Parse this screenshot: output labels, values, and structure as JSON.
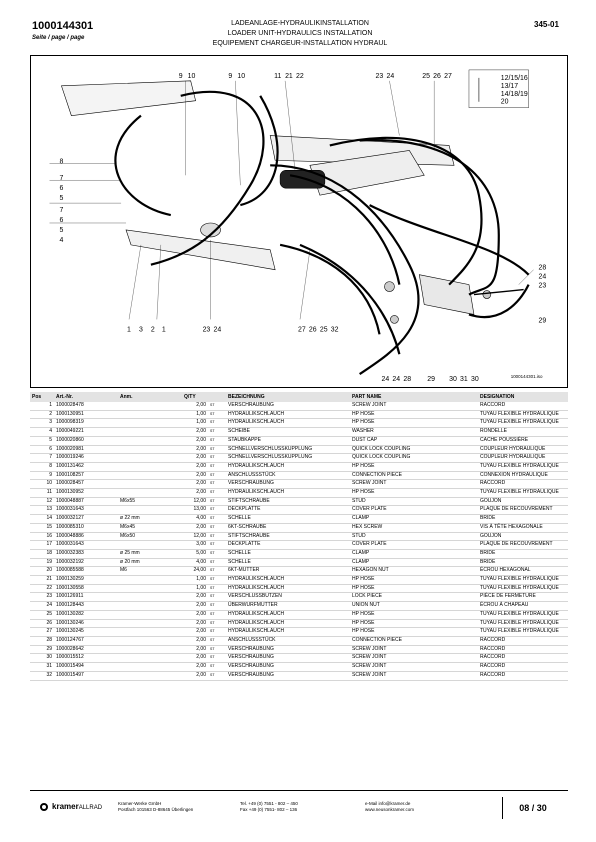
{
  "header": {
    "doc_number": "1000144301",
    "page_label": "Seite / page / page",
    "title_de": "LADEANLAGE-HYDRAULIKINSTALLATION",
    "title_en": "LOADER UNIT-HYDRAULICS INSTALLATION",
    "title_fr": "EQUIPEMENT CHARGEUR-INSTALLATION HYDRAUL",
    "group": "345-01"
  },
  "drawing": {
    "callouts_top": [
      "9",
      "10",
      "9",
      "10",
      "11",
      "21",
      "22",
      "23",
      "24",
      "25",
      "26",
      "27"
    ],
    "callouts_left": [
      "8",
      "7",
      "6",
      "5",
      "7",
      "6",
      "5",
      "4"
    ],
    "callouts_bottom": [
      "1",
      "3",
      "2",
      "1",
      "23",
      "24",
      "27",
      "26",
      "25",
      "32",
      "24",
      "24",
      "28",
      "29",
      "30",
      "31",
      "30"
    ],
    "callouts_right": [
      "28",
      "24",
      "23",
      "29"
    ],
    "inset_labels": [
      "12/15/16",
      "13/17",
      "14/18/19",
      "20"
    ],
    "drawing_number": "1000144301.iso"
  },
  "table": {
    "headers": [
      "Pos",
      "Art.-Nr.",
      "Anm.",
      "Q/TY",
      "",
      "BEZEICHNUNG",
      "PART NAME",
      "DESIGNATION"
    ],
    "rows": [
      [
        "1",
        "1000028478",
        "",
        "2,00",
        "ST",
        "VERSCHRAUBUNG",
        "SCREW JOINT",
        "RACCORD"
      ],
      [
        "2",
        "1000130951",
        "",
        "1,00",
        "ST",
        "HYDRAULIKSCHLAUCH",
        "HP HOSE",
        "TUYAU FLEXIBLE HYDRAULIQUE"
      ],
      [
        "3",
        "1000098319",
        "",
        "1,00",
        "ST",
        "HYDRAULIKSCHLAUCH",
        "HP HOSE",
        "TUYAU FLEXIBLE HYDRAULIQUE"
      ],
      [
        "4",
        "1000049221",
        "",
        "2,00",
        "ST",
        "SCHEIBE",
        "WASHER",
        "RONDELLE"
      ],
      [
        "5",
        "1000020860",
        "",
        "2,00",
        "ST",
        "STAUBKAPPE",
        "DUST CAP",
        "CACHE POUSSIÈRE"
      ],
      [
        "6",
        "1000020981",
        "",
        "2,00",
        "ST",
        "SCHNELLVERSCHLUSSKUPPLUNG",
        "QUICK LOCK COUPLING",
        "COUPLEUR HYDRAULIQUE"
      ],
      [
        "7",
        "1000019246",
        "",
        "2,00",
        "ST",
        "SCHNELLVERSCHLUSSKUPPLUNG",
        "QUICK LOCK COUPLING",
        "COUPLEUR HYDRAULIQUE"
      ],
      [
        "8",
        "1000131462",
        "",
        "2,00",
        "ST",
        "HYDRAULIKSCHLAUCH",
        "HP HOSE",
        "TUYAU FLEXIBLE HYDRAULIQUE"
      ],
      [
        "9",
        "1000108257",
        "",
        "2,00",
        "ST",
        "ANSCHLUSSSTÜCK",
        "CONNECTION PIECE",
        "CONNEXION HYDRAULIQUE"
      ],
      [
        "10",
        "1000028457",
        "",
        "2,00",
        "ST",
        "VERSCHRAUBUNG",
        "SCREW JOINT",
        "RACCORD"
      ],
      [
        "11",
        "1000130952",
        "",
        "2,00",
        "ST",
        "HYDRAULIKSCHLAUCH",
        "HP HOSE",
        "TUYAU FLEXIBLE HYDRAULIQUE"
      ],
      [
        "12",
        "1000048887",
        "M6x55",
        "12,00",
        "ST",
        "STIFTSCHRAUBE",
        "STUD",
        "GOUJON"
      ],
      [
        "13",
        "1000031643",
        "",
        "13,00",
        "ST",
        "DECKPLATTE",
        "COVER PLATE",
        "PLAQUE DE RECOUVREMENT"
      ],
      [
        "14",
        "1000032127",
        "ø 22 mm",
        "4,00",
        "ST",
        "SCHELLE",
        "CLAMP",
        "BRIDE"
      ],
      [
        "15",
        "1000085310",
        "M6x45",
        "2,00",
        "ST",
        "6KT-SCHRAUBE",
        "HEX SCREW",
        "VIS À TÊTE HEXAGONALE"
      ],
      [
        "16",
        "1000048886",
        "M6x50",
        "12,00",
        "ST",
        "STIFTSCHRAUBE",
        "STUD",
        "GOUJON"
      ],
      [
        "17",
        "1000031643",
        "",
        "3,00",
        "ST",
        "DECKPLATTE",
        "COVER PLATE",
        "PLAQUE DE RECOUVREMENT"
      ],
      [
        "18",
        "1000032383",
        "ø 25 mm",
        "5,00",
        "ST",
        "SCHELLE",
        "CLAMP",
        "BRIDE"
      ],
      [
        "19",
        "1000032192",
        "ø 20 mm",
        "4,00",
        "ST",
        "SCHELLE",
        "CLAMP",
        "BRIDE"
      ],
      [
        "20",
        "1000085588",
        "M6",
        "24,00",
        "ST",
        "6KT-MUTTER",
        "HEXAGON NUT",
        "ÉCROU HEXAGONAL"
      ],
      [
        "21",
        "1000130259",
        "",
        "1,00",
        "ST",
        "HYDRAULIKSCHLAUCH",
        "HP HOSE",
        "TUYAU FLEXIBLE HYDRAULIQUE"
      ],
      [
        "22",
        "1000130558",
        "",
        "1,00",
        "ST",
        "HYDRAULIKSCHLAUCH",
        "HP HOSE",
        "TUYAU FLEXIBLE HYDRAULIQUE"
      ],
      [
        "23",
        "1000126911",
        "",
        "2,00",
        "ST",
        "VERSCHLUSSBUTZEN",
        "LOCK PIECE",
        "PIÈCE DE FERMETURE"
      ],
      [
        "24",
        "1000128443",
        "",
        "2,00",
        "ST",
        "ÜBERWURFMUTTER",
        "UNION NUT",
        "ÉCROU À CHAPEAU"
      ],
      [
        "25",
        "1000130282",
        "",
        "2,00",
        "ST",
        "HYDRAULIKSCHLAUCH",
        "HP HOSE",
        "TUYAU FLEXIBLE HYDRAULIQUE"
      ],
      [
        "26",
        "1000130246",
        "",
        "2,00",
        "ST",
        "HYDRAULIKSCHLAUCH",
        "HP HOSE",
        "TUYAU FLEXIBLE HYDRAULIQUE"
      ],
      [
        "27",
        "1000130245",
        "",
        "2,00",
        "ST",
        "HYDRAULIKSCHLAUCH",
        "HP HOSE",
        "TUYAU FLEXIBLE HYDRAULIQUE"
      ],
      [
        "28",
        "1000124767",
        "",
        "2,00",
        "ST",
        "ANSCHLUSSSTÜCK",
        "CONNECTION PIECE",
        "RACCORD"
      ],
      [
        "29",
        "1000028642",
        "",
        "2,00",
        "ST",
        "VERSCHRAUBUNG",
        "SCREW JOINT",
        "RACCORD"
      ],
      [
        "30",
        "1000015512",
        "",
        "2,00",
        "ST",
        "VERSCHRAUBUNG",
        "SCREW JOINT",
        "RACCORD"
      ],
      [
        "31",
        "1000015494",
        "",
        "2,00",
        "ST",
        "VERSCHRAUBUNG",
        "SCREW JOINT",
        "RACCORD"
      ],
      [
        "32",
        "1000015497",
        "",
        "2,00",
        "ST",
        "VERSCHRAUBUNG",
        "SCREW JOINT",
        "RACCORD"
      ]
    ]
  },
  "footer": {
    "logo_main": "kramer",
    "logo_sub": "ALLRAD",
    "company": "Kramer-Werke GmbH",
    "address": "Postfach 101563 D-88645 Überlingen",
    "tel": "Tel. +49 (0) 7551 - 802 – 450",
    "fax": "Fax +49 (0) 7551- 802 – 136",
    "email": "e-Mail info@kramer.de",
    "web": "www.neusonkramer.com",
    "page": "08 / 30"
  }
}
